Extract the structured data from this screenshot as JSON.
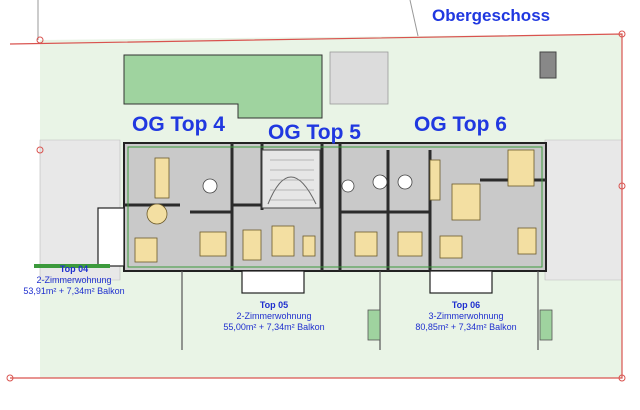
{
  "title": "Obergeschoss",
  "units": [
    {
      "label": "OG Top 4",
      "name": "Top 04",
      "type": "2-Zimmerwohnung",
      "area": "53,91m² + 7,34m² Balkon"
    },
    {
      "label": "OG Top 5",
      "name": "Top 05",
      "type": "2-Zimmerwohnung",
      "area": "55,00m² + 7,34m² Balkon"
    },
    {
      "label": "OG Top 6",
      "name": "Top 06",
      "type": "3-Zimmerwohnung",
      "area": "80,85m² + 7,34m² Balkon"
    }
  ],
  "colors": {
    "text_blue": "#2038e0",
    "property_line": "#d9534f",
    "floor": "#c8c8c8",
    "furniture": "#f3dfa2",
    "green_area": "#cfe8cf",
    "garden": "#9fd39f"
  }
}
